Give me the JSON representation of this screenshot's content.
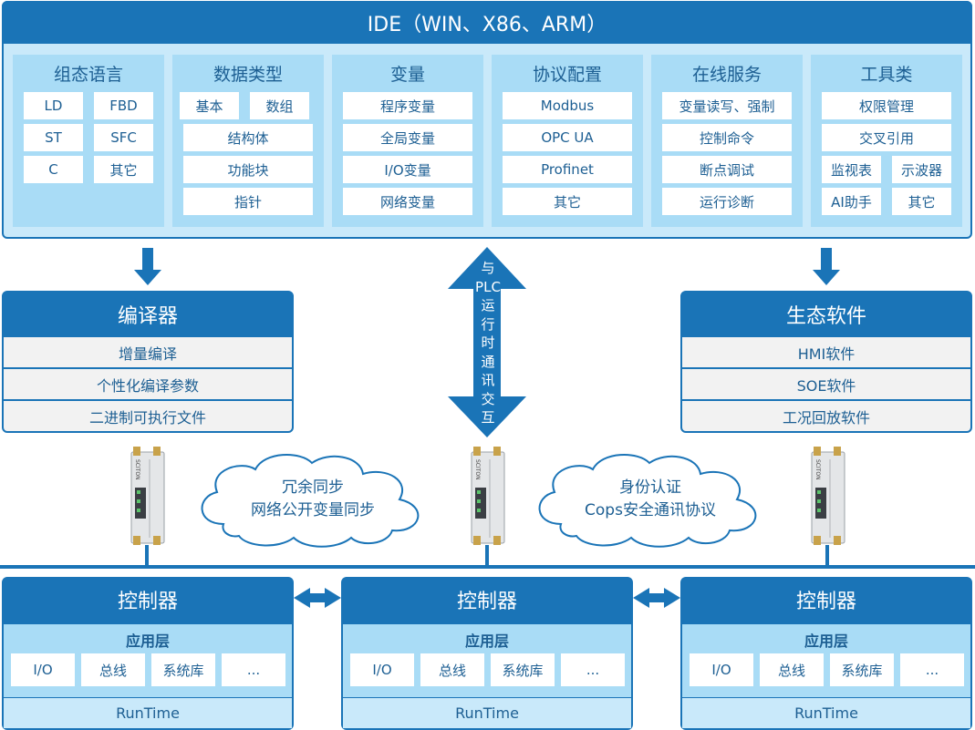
{
  "ide": {
    "title": "IDE（WIN、X86、ARM）",
    "panels": [
      {
        "title": "组态语言",
        "items": [
          "LD",
          "FBD",
          "ST",
          "SFC",
          "C",
          "其它"
        ]
      },
      {
        "title": "数据类型",
        "items": [
          "基本",
          "数组",
          "结构体",
          "功能块",
          "指针"
        ]
      },
      {
        "title": "变量",
        "items": [
          "程序变量",
          "全局变量",
          "I/O变量",
          "网络变量"
        ]
      },
      {
        "title": "协议配置",
        "items": [
          "Modbus",
          "OPC UA",
          "Profinet",
          "其它"
        ]
      },
      {
        "title": "在线服务",
        "items": [
          "变量读写、强制",
          "控制命令",
          "断点调试",
          "运行诊断"
        ]
      },
      {
        "title": "工具类",
        "items": [
          "权限管理",
          "交叉引用",
          "监视表",
          "示波器",
          "AI助手",
          "其它"
        ]
      }
    ]
  },
  "compiler": {
    "title": "编译器",
    "items": [
      "增量编译",
      "个性化编译参数",
      "二进制可执行文件"
    ]
  },
  "ecosystem": {
    "title": "生态软件",
    "items": [
      "HMI软件",
      "SOE软件",
      "工况回放软件"
    ]
  },
  "comm_label": [
    "与",
    "PLC",
    "运",
    "行",
    "时",
    "通",
    "讯",
    "交",
    "互"
  ],
  "cloud_left": {
    "line1": "冗余同步",
    "line2": "网络公开变量同步"
  },
  "cloud_right": {
    "line1": "身份认证",
    "line2": "Cops安全通讯协议"
  },
  "device_brand": "SCITON",
  "controllers": [
    {
      "title": "控制器",
      "app_layer": "应用层",
      "items": [
        "I/O",
        "总线",
        "系统库",
        "..."
      ],
      "runtime": "RunTime"
    },
    {
      "title": "控制器",
      "app_layer": "应用层",
      "items": [
        "I/O",
        "总线",
        "系统库",
        "..."
      ],
      "runtime": "RunTime"
    },
    {
      "title": "控制器",
      "app_layer": "应用层",
      "items": [
        "I/O",
        "总线",
        "系统库",
        "..."
      ],
      "runtime": "RunTime"
    }
  ],
  "colors": {
    "primary": "#1a74b7",
    "panel": "#a9dcf6",
    "light": "#c9e9fa",
    "text": "#1d5f93"
  }
}
